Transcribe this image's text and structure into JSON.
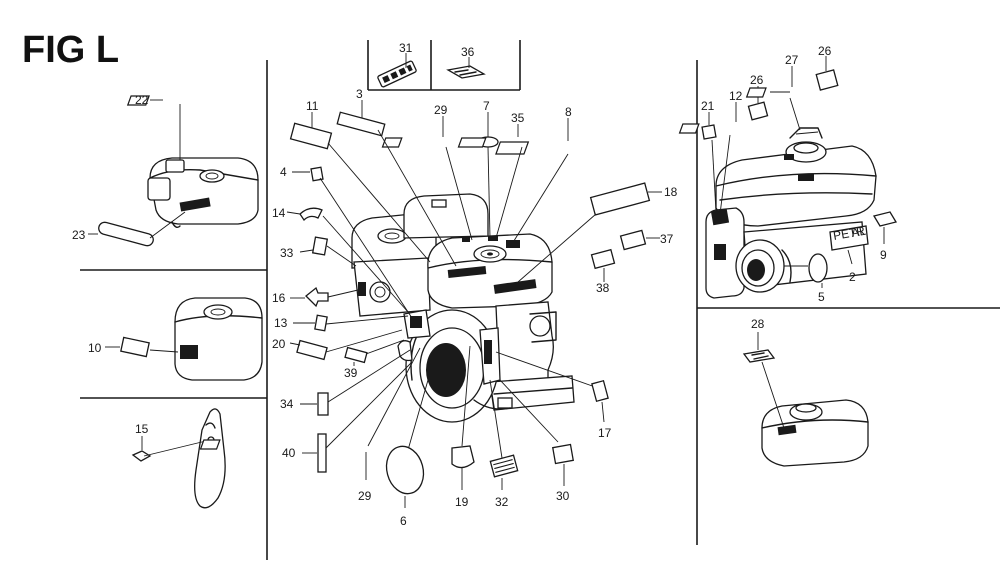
{
  "title": "FIG L",
  "labels": {
    "p2": "2",
    "p3": "3",
    "p4": "4",
    "p5": "5",
    "p6": "6",
    "p7": "7",
    "p8": "8",
    "p9": "9",
    "p10": "10",
    "p11": "11",
    "p12": "12",
    "p13": "13",
    "p14": "14",
    "p15": "15",
    "p16": "16",
    "p17": "17",
    "p18": "18",
    "p19": "19",
    "p20": "20",
    "p21": "21",
    "p22": "22",
    "p23": "23",
    "p26a": "26",
    "p26b": "26",
    "p27": "27",
    "p28": "28",
    "p29a": "29",
    "p29b": "29",
    "p30": "30",
    "p31": "31",
    "p32": "32",
    "p33": "33",
    "p34": "34",
    "p35": "35",
    "p36": "36",
    "p37": "37",
    "p38": "38",
    "p39": "39",
    "p40": "40"
  },
  "decal_text": {
    "part2_line1": "PETR",
    "part2_line2": "AL"
  }
}
